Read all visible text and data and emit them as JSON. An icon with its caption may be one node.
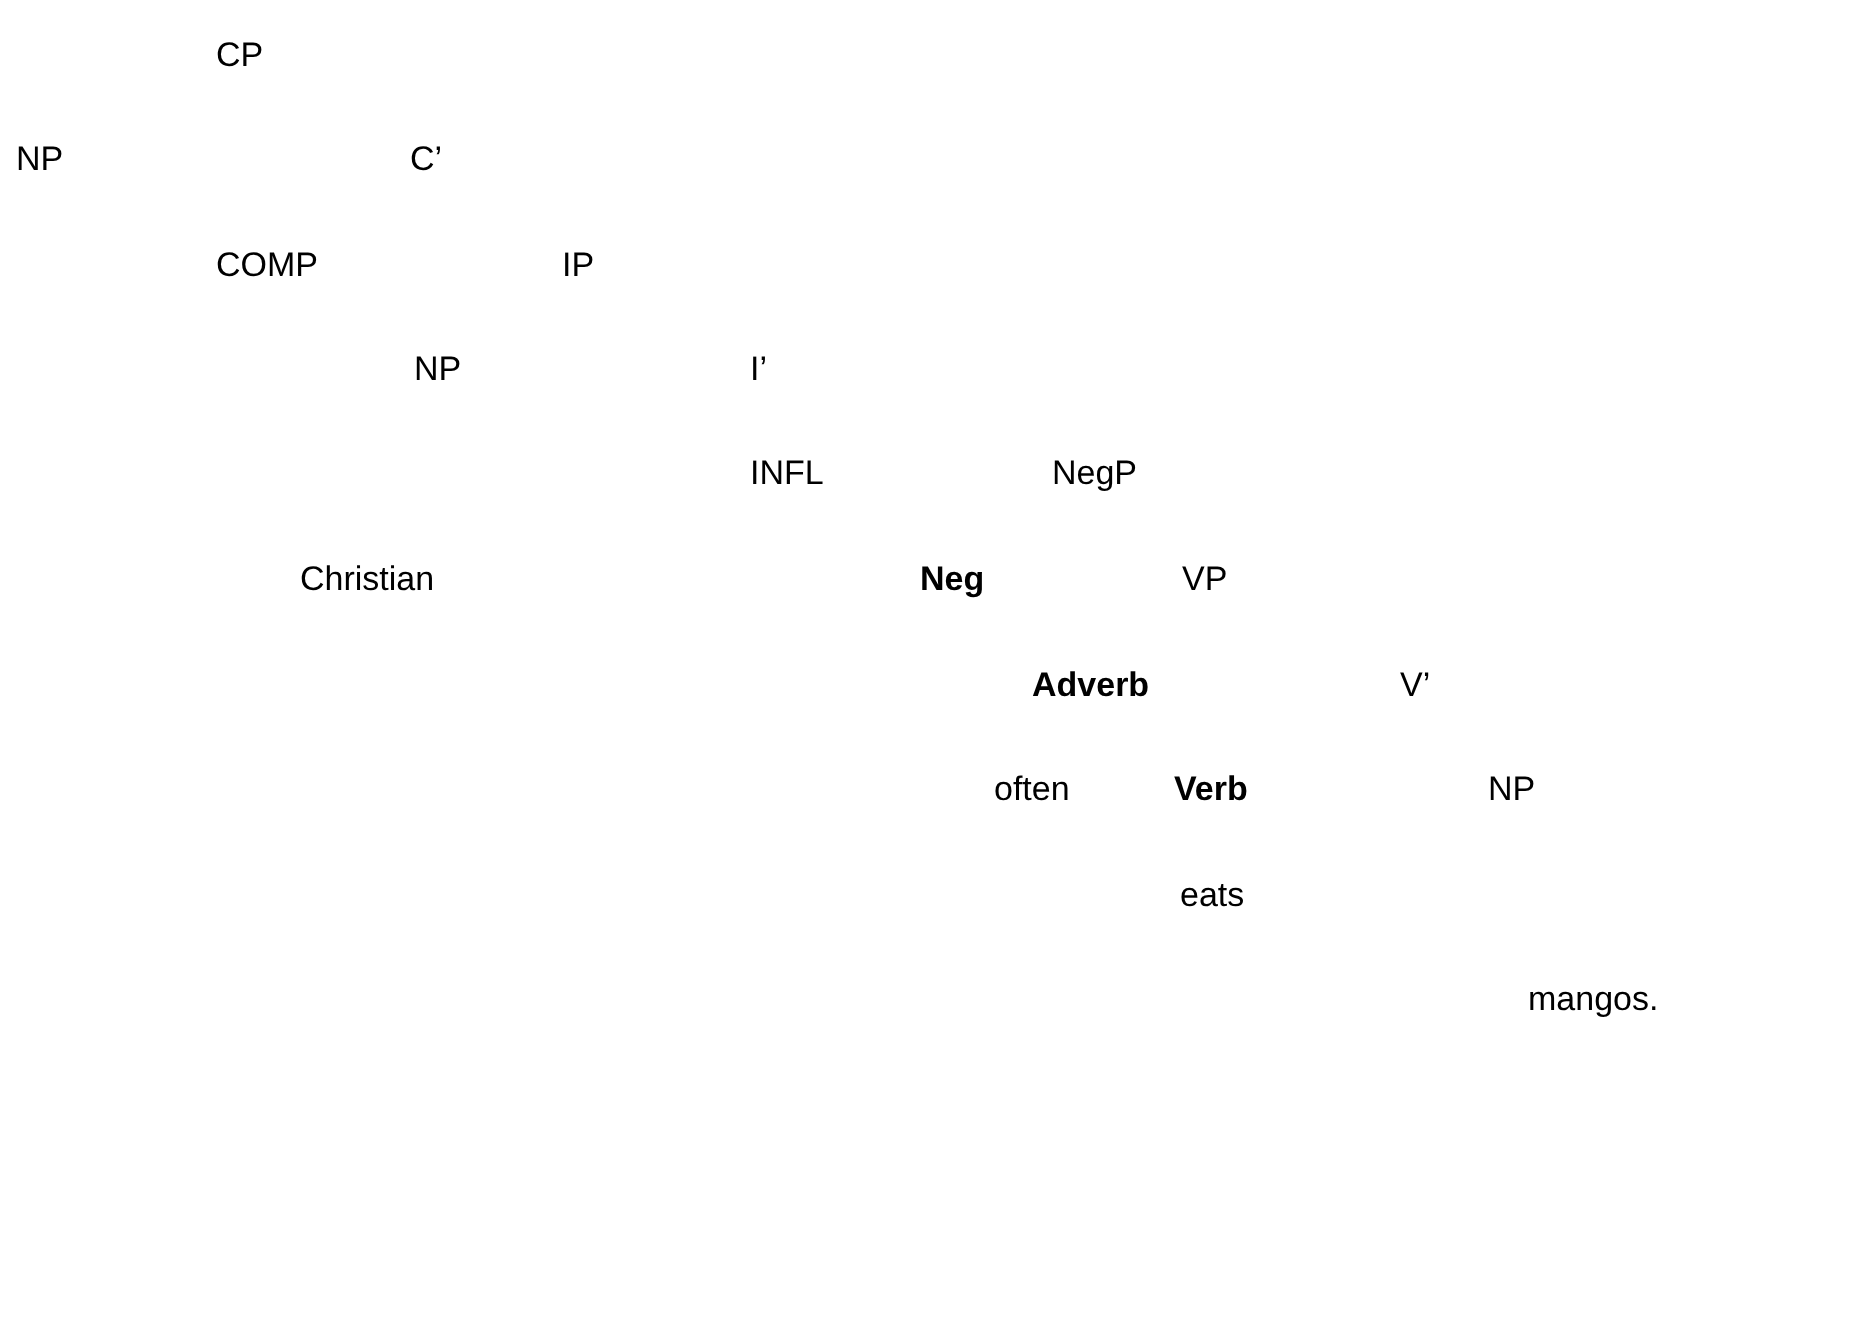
{
  "diagram": {
    "labels": [
      "CP",
      "NP",
      "C’",
      "COMP",
      "IP",
      "NP",
      "I’",
      "INFL",
      "NegP",
      "Christian",
      "Neg",
      "VP",
      "Adverb",
      "V’",
      "often",
      "Verb",
      "NP",
      "eats",
      "mangos."
    ]
  }
}
